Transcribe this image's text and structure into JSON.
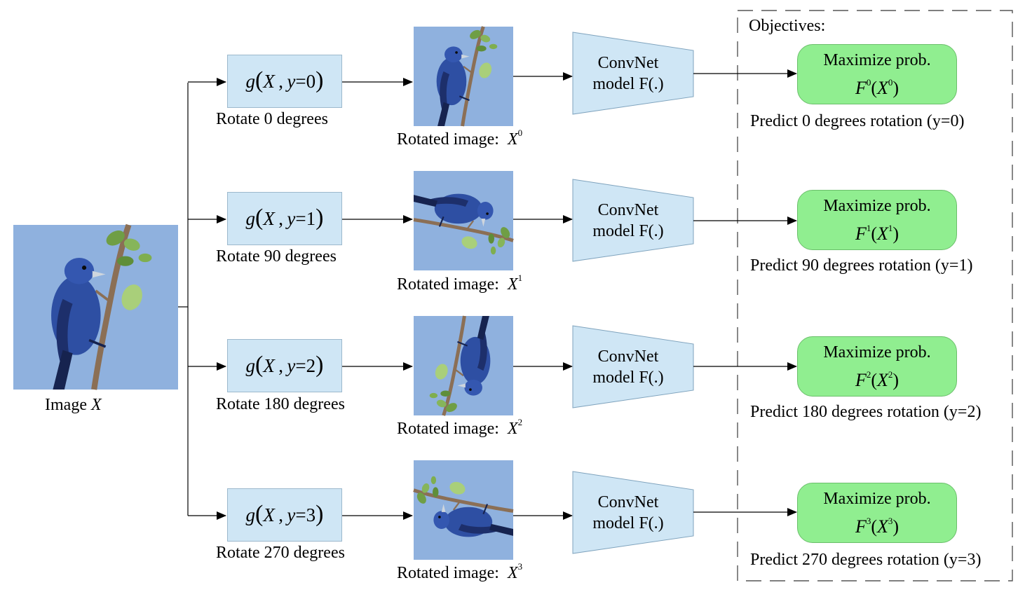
{
  "input": {
    "caption": "Image",
    "symbol": "X"
  },
  "rows": [
    {
      "g_func": "g",
      "g_var": "X",
      "g_y": "y",
      "g_eq": "=",
      "g_val": "0",
      "rotate_label": "Rotate 0 degrees",
      "rotated_caption": "Rotated image:",
      "rotated_symbol": "X",
      "rotated_sup": "0",
      "convnet_line1": "ConvNet",
      "convnet_line2": "model F(.)",
      "objective_title": "Maximize prob.",
      "objective_F": "F",
      "objective_sup1": "0",
      "objective_X": "X",
      "objective_sup2": "0",
      "predict_label": "Predict 0 degrees rotation (y=0)",
      "rotation_deg": 0
    },
    {
      "g_func": "g",
      "g_var": "X",
      "g_y": "y",
      "g_eq": "=",
      "g_val": "1",
      "rotate_label": "Rotate 90 degrees",
      "rotated_caption": "Rotated image:",
      "rotated_symbol": "X",
      "rotated_sup": "1",
      "convnet_line1": "ConvNet",
      "convnet_line2": "model F(.)",
      "objective_title": "Maximize prob.",
      "objective_F": "F",
      "objective_sup1": "1",
      "objective_X": "X",
      "objective_sup2": "1",
      "predict_label": "Predict 90 degrees rotation (y=1)",
      "rotation_deg": 90
    },
    {
      "g_func": "g",
      "g_var": "X",
      "g_y": "y",
      "g_eq": "=",
      "g_val": "2",
      "rotate_label": "Rotate 180 degrees",
      "rotated_caption": "Rotated image:",
      "rotated_symbol": "X",
      "rotated_sup": "2",
      "convnet_line1": "ConvNet",
      "convnet_line2": "model F(.)",
      "objective_title": "Maximize prob.",
      "objective_F": "F",
      "objective_sup1": "2",
      "objective_X": "X",
      "objective_sup2": "2",
      "predict_label": "Predict 180 degrees rotation (y=2)",
      "rotation_deg": 180
    },
    {
      "g_func": "g",
      "g_var": "X",
      "g_y": "y",
      "g_eq": "=",
      "g_val": "3",
      "rotate_label": "Rotate 270 degrees",
      "rotated_caption": "Rotated image:",
      "rotated_symbol": "X",
      "rotated_sup": "3",
      "convnet_line1": "ConvNet",
      "convnet_line2": "model F(.)",
      "objective_title": "Maximize prob.",
      "objective_F": "F",
      "objective_sup1": "3",
      "objective_X": "X",
      "objective_sup2": "3",
      "predict_label": "Predict 270 degrees rotation (y=3)",
      "rotation_deg": 270
    }
  ],
  "objectives_title": "Objectives:",
  "colors": {
    "sky": "#8fb1de",
    "bird": "#2e4fa3",
    "bird_dark": "#16234f",
    "branch": "#8b6f55",
    "leaf": "#7fae4f",
    "gbox": "#cfe6f5",
    "convnet": "#cfe6f5",
    "objective": "#90ee90"
  }
}
